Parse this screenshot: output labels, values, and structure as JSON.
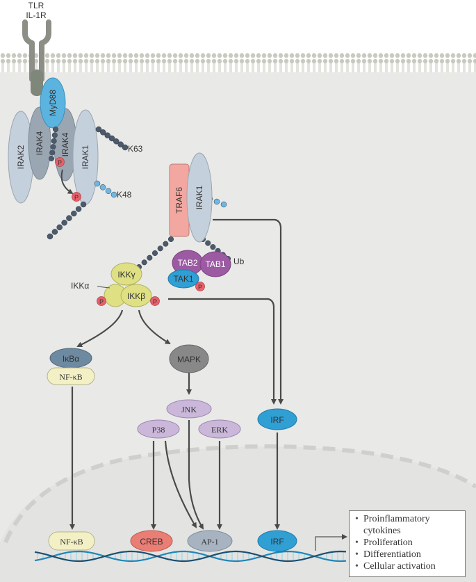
{
  "receptor": {
    "line1": "TLR",
    "line2": "IL-1R"
  },
  "proteins": {
    "myd88": "MyD88",
    "irak2": "IRAK2",
    "irak4_a": "IRAK4",
    "irak4_b": "IRAK4",
    "irak1": "IRAK1",
    "traf6": "TRAF6",
    "irak1_b": "IRAK1",
    "tab2": "TAB2",
    "tab1": "TAB1",
    "tak1": "TAK1",
    "ikk_gamma": "IKKγ",
    "ikk_alpha": "IKKα",
    "ikk_beta": "IKKβ",
    "ikb_alpha": "IκBα",
    "nfkb_cyto": "NF-κB",
    "mapk": "MAPK",
    "jnk": "JNK",
    "p38": "P38",
    "erk": "ERK",
    "irf_cyto": "IRF",
    "nfkb_nuc": "NF-κB",
    "creb": "CREB",
    "ap1": "AP-1",
    "irf_nuc": "IRF"
  },
  "chain_labels": {
    "k63": "K63",
    "k48": "K48",
    "ub": "Ub"
  },
  "phospho": "P",
  "outcomes": [
    "Proinflammatory cytokines",
    "Proliferation",
    "Differentiation",
    "Cellular activation"
  ],
  "colors": {
    "membrane": "#cfd0c8",
    "cytoplasm": "#e9e9e7",
    "irak": "#c5d0dd",
    "irak_dark": "#9aa6b2",
    "myd88": "#5ab4df",
    "traf6": "#f2a7a0",
    "tab": "#9c5aa3",
    "tak1": "#2f9fd4",
    "ikk": "#dfe084",
    "ikb": "#6d8aa0",
    "nfkb": "#f4f0c6",
    "mapk": "#888888",
    "mapk_family": "#cab7d9",
    "irf": "#2f9fd4",
    "creb": "#ea7d74",
    "ap1": "#a8b3c2",
    "phospho": "#e8606a",
    "ub_dark": "#4c5a6b",
    "ub_light": "#6fb6e3",
    "arrow": "#4a4a4a"
  }
}
